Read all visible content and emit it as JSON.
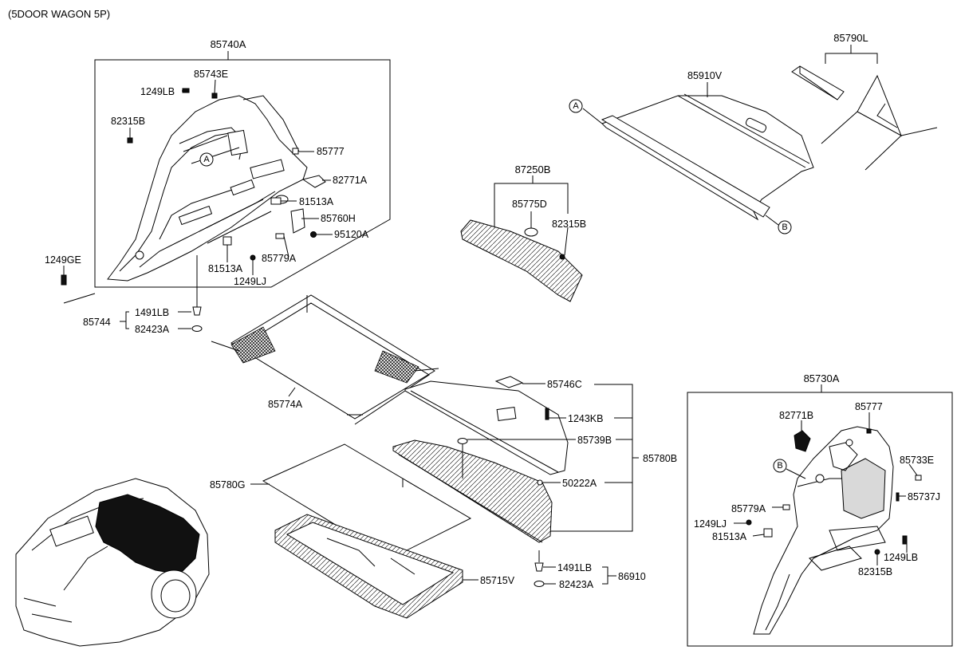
{
  "header": {
    "model_note": "(5DOOR WAGON 5P)"
  },
  "groups": {
    "left_trim_assy": "85740A",
    "right_trim_assy": "85730A",
    "luggage_tray_group": "85780B",
    "stopper_group": "85744",
    "fastener_group": "86910",
    "cover_strip_group": "87250B",
    "covering_box": "85790L"
  },
  "left_trim_parts": {
    "p85743E": "85743E",
    "p1249LB": "1249LB",
    "p82315B": "82315B",
    "p85777": "85777",
    "p82771A": "82771A",
    "p81513A_r": "81513A",
    "p85760H": "85760H",
    "p95120A": "95120A",
    "p85779A": "85779A",
    "p81513A_b": "81513A",
    "p1249LJ": "1249LJ",
    "p1249GE": "1249GE",
    "callout": "A"
  },
  "stopper_parts": {
    "p1491LB": "1491LB",
    "p82423A": "82423A"
  },
  "cargo_net": "85774A",
  "scuff_parts": {
    "p85775D": "85775D",
    "p82315B": "82315B"
  },
  "cover_parts": {
    "p85910V": "85910V",
    "callout_a": "A",
    "callout_b": "B"
  },
  "tray_parts": {
    "p85746C": "85746C",
    "p1243KB": "1243KB",
    "p85739B": "85739B",
    "p50222A": "50222A",
    "p85780G": "85780G",
    "p85715V": "85715V",
    "p1491LB": "1491LB",
    "p82423A": "82423A"
  },
  "right_trim_parts": {
    "p82771B": "82771B",
    "p85777": "85777",
    "callout": "B",
    "p85733E": "85733E",
    "p85737J": "85737J",
    "p85779A": "85779A",
    "p1249LJ": "1249LJ",
    "p81513A": "81513A",
    "p1249LB": "1249LB",
    "p82315B": "82315B"
  }
}
